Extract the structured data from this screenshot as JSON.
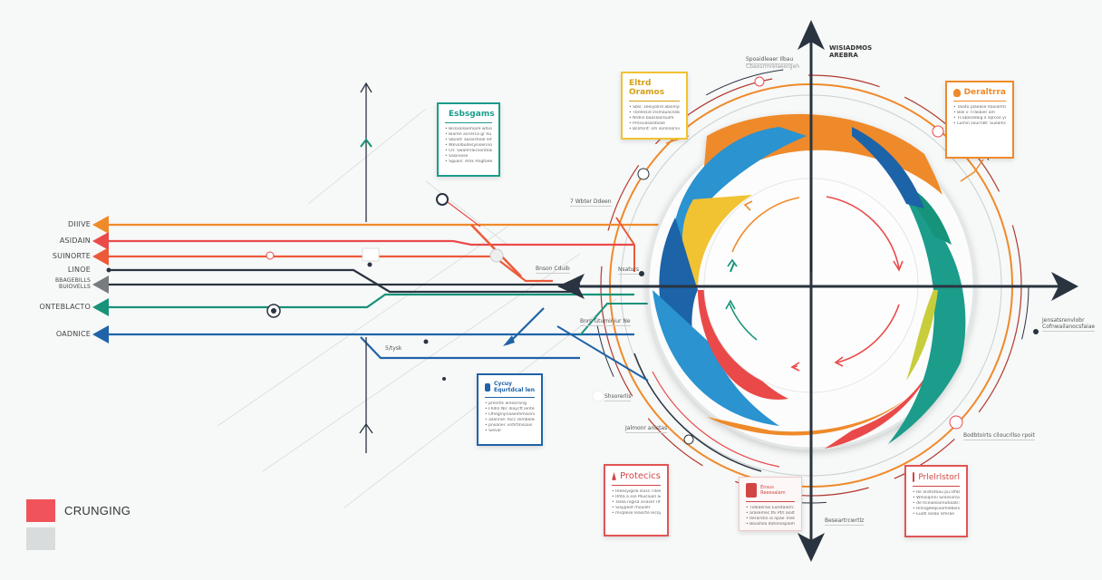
{
  "colors": {
    "orange": "#ef8a2a",
    "red": "#ea4a4a",
    "red_orange": "#ec5a3a",
    "dark": "#2a3440",
    "gray": "#777c80",
    "green": "#16937a",
    "blue": "#1f63a8",
    "teal": "#1b9c8b",
    "yellow": "#f1c232",
    "sky": "#2a93d0",
    "lime": "#c8cd3a",
    "background": "#f7f8f8"
  },
  "lanes": [
    {
      "label": "DIIIVE",
      "color": "#ef8a2a"
    },
    {
      "label": "ASIDAIN",
      "color": "#ea4a4a"
    },
    {
      "label": "SUINORTE",
      "color": "#ec5a3a"
    },
    {
      "label": "LINOE",
      "color": "#2a3440"
    },
    {
      "label": "BBAGEBILLS BUIDVELLS",
      "color": "#777c80"
    },
    {
      "label": "ONTEBLACTO",
      "color": "#16937a"
    },
    {
      "label": "OADNICE",
      "color": "#1f63a8"
    }
  ],
  "notes": {
    "teal_note": {
      "title": "Esbsgams",
      "lines": [
        "Bissxaliaemoire whisdeai",
        "Biaren acnerca gr Ru",
        "Sbuild: aassisheal emilirerme",
        "Wkvolbudesysioerinosait",
        "Ch: Swallnraicsonteagslogs",
        "Sasinoise",
        "Sguais: Arlik Angtoeeift"
      ]
    },
    "yellow_note": {
      "title": "Eltrd Oramos",
      "lines": [
        "Sbis: seeiyolnd absinlys seuncnar",
        "Tbnhesid insmaulicnebot",
        "Nrdlin baoslooroulm",
        "Prnsivasasitsole",
        "Bcoforit: sm sonnnorsiis"
      ]
    },
    "orange_note": {
      "title": "Deraltrra",
      "lines": [
        "Taiatu plaease Raxiamta a aeroia",
        "Bali s: Frakbier am",
        "TCSbasslibig il sqrcoo yoip",
        "Lumin soucnbt: Suealns yoaur frakyo"
      ]
    },
    "blue_note": {
      "title": "Cycuy Equrtdcal len",
      "lines": [
        "presrtls aressrning",
        "Fhdln Nlc diaycft ienterbuoebrotsle",
        "Lfheg/njinaaeimmsionosinsnio",
        "aalinnie: Ricc slimbelecirsreci",
        "pniianei: iinfirtlnsoais",
        "Sievar"
      ]
    },
    "red_note_left": {
      "title": "Protecics",
      "lines": [
        "Rleesyigsle sluss Tdeedirse",
        "Rhta a sse Muicluoll aelifnhn",
        "Tadia nigisa ariaser rmil seng",
        "Siaypeot rhouiler",
        "mirplese leasirte lecsyico"
      ]
    },
    "red_note_center": {
      "title": "Ensus Reeesalam",
      "lines": [
        "Tideaerais Eurotaiorn: diaodal",
        "arasemec thi Ptrl aoiltelion us sl a",
        "Rerarstin ia npae Trieleo arrfe poaie",
        "Boushila dotonsaplom BIDSES"
      ]
    },
    "red_note_right": {
      "title": "Prlelrlstorl",
      "lines": [
        "Re anstotoau pu:slfilsleoru",
        "Wlnoiqinni Sinlosiircoiseal",
        "de Rceialsoireutioals: TTreB",
        "Rilnsgeeqcoomleboniice",
        "Euotl eolao siferae"
      ]
    }
  },
  "labels": {
    "top_right_header": "WISIADMOS AREBRA",
    "top_left_caption": "Spoaidleaer Ilbau",
    "top_left_caption_sub": "Cbaosrmrelaeorgeh",
    "mid_label_1": "7 Wbter Ddeen",
    "mid_label_2": "Bnson Cduib",
    "mid_label_3": "Nsaturs",
    "mid_label_4": "Bnrc Gtuminiur Ne",
    "mid_label_5": "Shsorerlis",
    "mid_label_6": "Jalmonr anistas",
    "mid_label_7": "5/tysk",
    "right_label_1": "Jensatsrenvlobr",
    "right_label_2": "Cofnwailanocsfaiae",
    "right_label_3": "Bodbtoirts ciloucrllso rpoit",
    "bottom_label": "Beseartrcwrtlz"
  },
  "legend": [
    {
      "label": "CRUNGING",
      "color": "#f0545a"
    },
    {
      "label": "",
      "color": "#d9dcdc"
    }
  ]
}
